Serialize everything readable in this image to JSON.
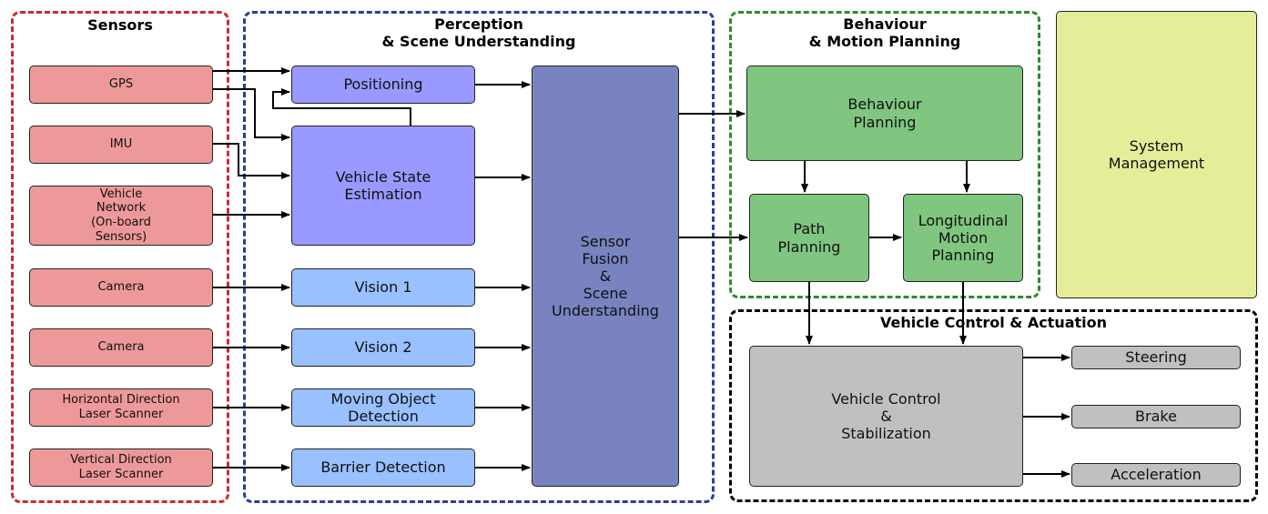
{
  "groups": {
    "sensors": "Sensors",
    "perception": "Perception\n& Scene Understanding",
    "behaviour": "Behaviour\n& Motion Planning",
    "control": "Vehicle Control & Actuation"
  },
  "sensors": {
    "gps": "GPS",
    "imu": "IMU",
    "vehicle_network": "Vehicle\nNetwork\n(On-board\nSensors)",
    "camera_1": "Camera",
    "camera_2": "Camera",
    "horizontal_scanner": "Horizontal Direction\nLaser Scanner",
    "vertical_scanner": "Vertical Direction\nLaser Scanner"
  },
  "perception": {
    "positioning": "Positioning",
    "vehicle_state": "Vehicle State\nEstimation",
    "vision_1": "Vision 1",
    "vision_2": "Vision 2",
    "moving_object": "Moving Object\nDetection",
    "barrier": "Barrier Detection",
    "fusion": "Sensor\nFusion\n&\nScene\nUnderstanding"
  },
  "planning": {
    "behaviour": "Behaviour\nPlanning",
    "path": "Path\nPlanning",
    "longitudinal": "Longitudinal\nMotion\nPlanning"
  },
  "system_management": "System\nManagement",
  "control": {
    "vehicle_control": "Vehicle Control\n&\nStabilization",
    "steering": "Steering",
    "brake": "Brake",
    "acceleration": "Acceleration"
  },
  "colors": {
    "sensors_border": "#cc2a2a",
    "perception_border": "#2e3c9a",
    "behaviour_border": "#2f8a2f",
    "control_border": "#000000",
    "sensor_fill": "#ee9999",
    "positioning_fill": "#9999ff",
    "vision_fill": "#99c0ff",
    "fusion_fill": "#7983c0",
    "planning_fill": "#80c580",
    "control_fill": "#c0c0c0",
    "system_fill": "#e6ed99"
  }
}
